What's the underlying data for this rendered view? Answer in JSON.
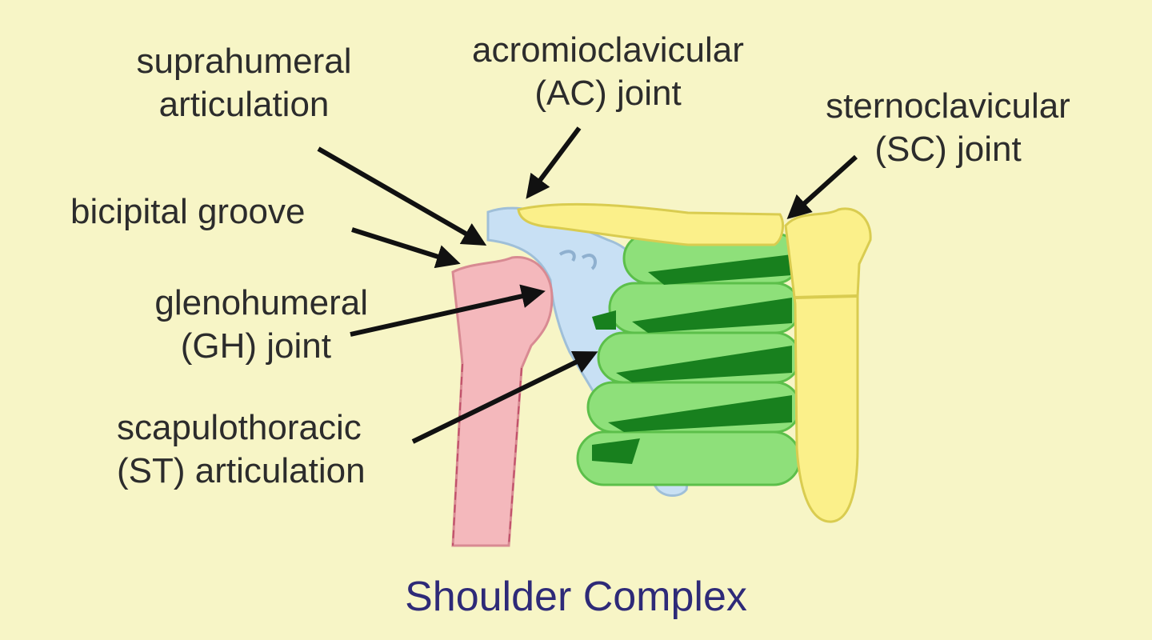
{
  "labels": {
    "suprahumeral": [
      "suprahumeral",
      "articulation"
    ],
    "acromioclavicular": [
      "acromioclavicular",
      "(AC) joint"
    ],
    "sternoclavicular": [
      "sternoclavicular",
      "(SC) joint"
    ],
    "bicipital": "bicipital groove",
    "glenohumeral": [
      "glenohumeral",
      "(GH) joint"
    ],
    "scapulothoracic": [
      "scapulothoracic",
      "(ST) articulation"
    ]
  },
  "caption": "Shoulder Complex",
  "colors": {
    "background": "#f7f5c6",
    "humerus": "#f4b8bc",
    "scapula": "#c8e0f4",
    "clavicle": "#fbf08a",
    "sternum": "#fbf08a",
    "rib_light": "#8ee07a",
    "rib_dark": "#18801e",
    "arrow": "#111111",
    "caption": "#2e2a78"
  }
}
